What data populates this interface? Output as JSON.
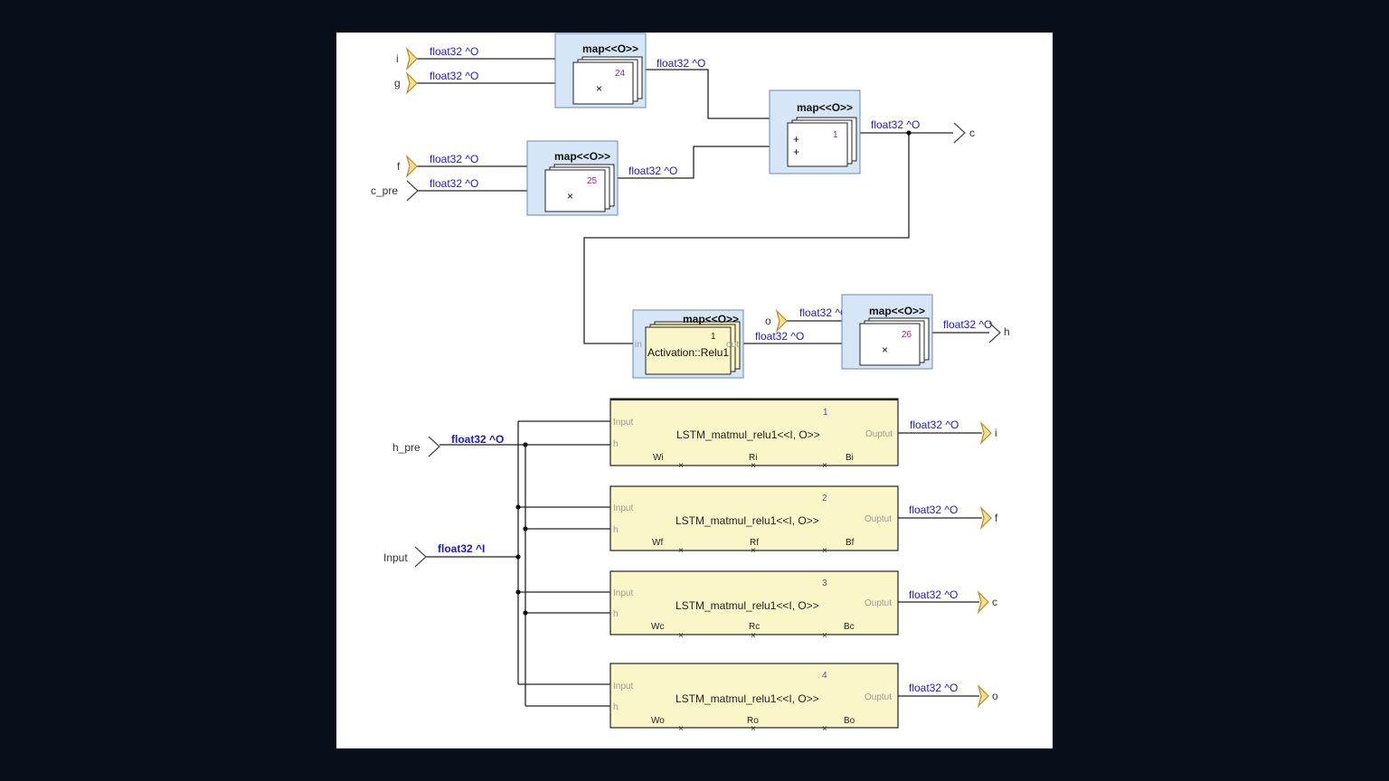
{
  "map_blocks": {
    "mul_ig": {
      "title": "map<<O>>",
      "count": "24",
      "op": "×"
    },
    "add_c": {
      "title": "map<<O>>",
      "count": "1",
      "op": "+\n+"
    },
    "mul_fc": {
      "title": "map<<O>>",
      "count": "25",
      "op": "×"
    },
    "relu": {
      "title": "map<<O>>",
      "count": "1",
      "fn": "Activation::Relu1",
      "in_port": "in",
      "out_port": "out"
    },
    "mul_o": {
      "title": "map<<O>>",
      "count": "26",
      "op": "×"
    }
  },
  "ports": {
    "i_in": "i",
    "g_in": "g",
    "f_in": "f",
    "c_pre": "c_pre",
    "o_in": "o",
    "c_out": "c",
    "h_out": "h",
    "h_pre": "h_pre",
    "input": "Input",
    "i_out": "i",
    "f_out": "f",
    "c_out2": "c",
    "o_out": "o"
  },
  "wire_labels": {
    "float_o": "float32 ^O",
    "float_i": "float32 ^I"
  },
  "lstm_blocks": [
    {
      "index": "1",
      "name": "LSTM_matmul_relu1<<I, O>>",
      "in1": "Input",
      "in2": "h",
      "out": "Ouptut",
      "w": "Wi",
      "r": "Ri",
      "b": "Bi"
    },
    {
      "index": "2",
      "name": "LSTM_matmul_relu1<<I, O>>",
      "in1": "Input",
      "in2": "h",
      "out": "Ouptut",
      "w": "Wf",
      "r": "Rf",
      "b": "Bf"
    },
    {
      "index": "3",
      "name": "LSTM_matmul_relu1<<I, O>>",
      "in1": "Input",
      "in2": "h",
      "out": "Ouptut",
      "w": "Wc",
      "r": "Rc",
      "b": "Bc"
    },
    {
      "index": "4",
      "name": "LSTM_matmul_relu1<<I, O>>",
      "in1": "Input",
      "in2": "h",
      "out": "Ouptut",
      "w": "Wo",
      "r": "Ro",
      "b": "Bo"
    }
  ],
  "colors": {
    "map_fill": "#d6e6f7",
    "lstm_fill": "#fbf6c7",
    "arrow_fill": "#f7e08a",
    "wire_label": "#1a1acc"
  }
}
